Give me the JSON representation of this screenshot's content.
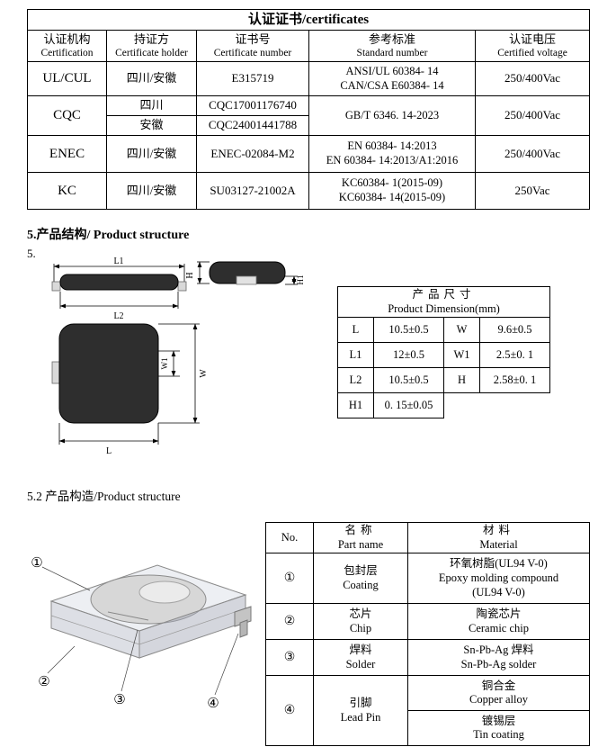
{
  "certificates": {
    "title": "认证证书/certificates",
    "headers": {
      "certification": {
        "zh": "认证机构",
        "en": "Certification"
      },
      "holder": {
        "zh": "持证方",
        "en": "Certificate holder"
      },
      "number": {
        "zh": "证书号",
        "en": "Certificate number"
      },
      "standard": {
        "zh": "参考标准",
        "en": "Standard number"
      },
      "voltage": {
        "zh": "认证电压",
        "en": "Certified voltage"
      }
    },
    "rows": {
      "ulcul": {
        "name": "UL/CUL",
        "holder": "四川/安徽",
        "number": "E315719",
        "standard_line1": "ANSI/UL 60384- 14",
        "standard_line2": "CAN/CSA E60384- 14",
        "voltage": "250/400Vac"
      },
      "cqc": {
        "name": "CQC",
        "holder_1": "四川",
        "number_1": "CQC17001176740",
        "holder_2": "安徽",
        "number_2": "CQC24001441788",
        "standard_line1": "GB/T 6346. 14-2023",
        "voltage": "250/400Vac"
      },
      "enec": {
        "name": "ENEC",
        "holder": "四川/安徽",
        "number": "ENEC-02084-M2",
        "standard_line1": "EN 60384- 14:2013",
        "standard_line2": "EN 60384- 14:2013/A1:2016",
        "voltage": "250/400Vac"
      },
      "kc": {
        "name": "KC",
        "holder": "四川/安徽",
        "number": "SU03127-21002A",
        "standard_line1": "KC60384- 1(2015-09)",
        "standard_line2": "KC60384- 14(2015-09)",
        "voltage": "250Vac"
      }
    }
  },
  "section5": {
    "heading": "5.产品结构/ Product structure",
    "figure_label": "5.",
    "labels": {
      "l": "L",
      "l1": "L1",
      "l2": "L2",
      "w": "W",
      "w1": "W1",
      "h": "H",
      "h1": "H1"
    },
    "dimension_table": {
      "title_zh": "产品尺寸",
      "title_en": "Product Dimension(mm)",
      "r1": {
        "k1": "L",
        "v1": "10.5±0.5",
        "k2": "W",
        "v2": "9.6±0.5"
      },
      "r2": {
        "k1": "L1",
        "v1": "12±0.5",
        "k2": "W1",
        "v2": "2.5±0. 1"
      },
      "r3": {
        "k1": "L2",
        "v1": "10.5±0.5",
        "k2": "H",
        "v2": "2.58±0. 1"
      },
      "r4": {
        "k1": "H1",
        "v1": "0. 15±0.05"
      }
    }
  },
  "section52": {
    "heading": "5.2  产品构造/Product structure",
    "callouts": {
      "c1": "①",
      "c2": "②",
      "c3": "③",
      "c4": "④"
    },
    "parts_table": {
      "headers": {
        "no": "No.",
        "name_zh": "名称",
        "name_en": "Part name",
        "material_zh": "材料",
        "material_en": "Material"
      },
      "r1": {
        "no": "①",
        "name_zh": "包封层",
        "name_en": "Coating",
        "m1": "环氧树脂(UL94 V-0)",
        "m2": "Epoxy   molding   compound",
        "m3": "(UL94 V-0)"
      },
      "r2": {
        "no": "②",
        "name_zh": "芯片",
        "name_en": "Chip",
        "m1": "陶瓷芯片",
        "m2": "Ceramic chip"
      },
      "r3": {
        "no": "③",
        "name_zh": "焊料",
        "name_en": "Solder",
        "m1": "Sn-Pb-Ag 焊料",
        "m2": "Sn-Pb-Ag solder"
      },
      "r4": {
        "no": "④",
        "name_zh": "引脚",
        "name_en": "Lead Pin",
        "m1a": "铜合金",
        "m1b": "Copper alloy",
        "m2a": "镀锡层",
        "m2b": "Tin coating"
      }
    }
  }
}
